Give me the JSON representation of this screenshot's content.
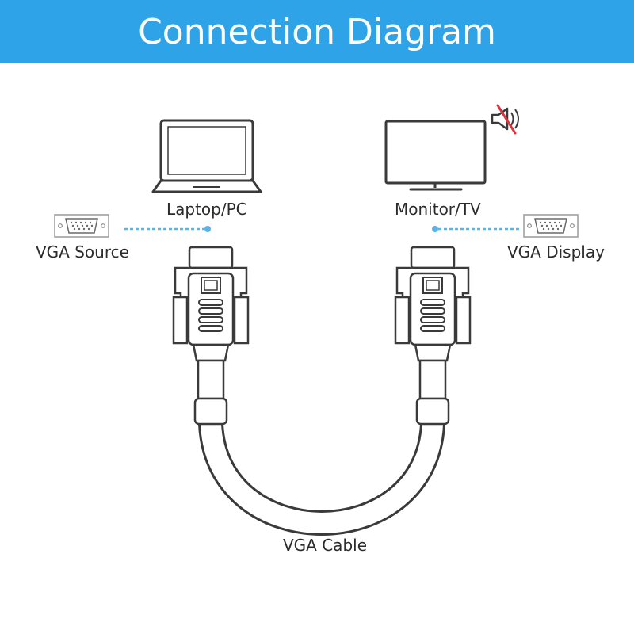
{
  "header": {
    "title": "Connection Diagram",
    "color": "#2ea3e8"
  },
  "devices": {
    "laptop": {
      "label": "Laptop/PC",
      "icon": "laptop-icon"
    },
    "monitor": {
      "label": "Monitor/TV",
      "icon": "monitor-icon",
      "badge_icon": "muted-speaker-icon"
    }
  },
  "ports": {
    "source": {
      "label": "VGA Source",
      "icon": "vga-port-icon"
    },
    "display": {
      "label": "VGA Display",
      "icon": "vga-port-icon"
    }
  },
  "cable": {
    "label": "VGA Cable",
    "icon": "vga-cable-icon"
  },
  "colors": {
    "stroke": "#3a3a3a",
    "accent": "#5ab4e6",
    "mute_slash": "#d9363e"
  }
}
